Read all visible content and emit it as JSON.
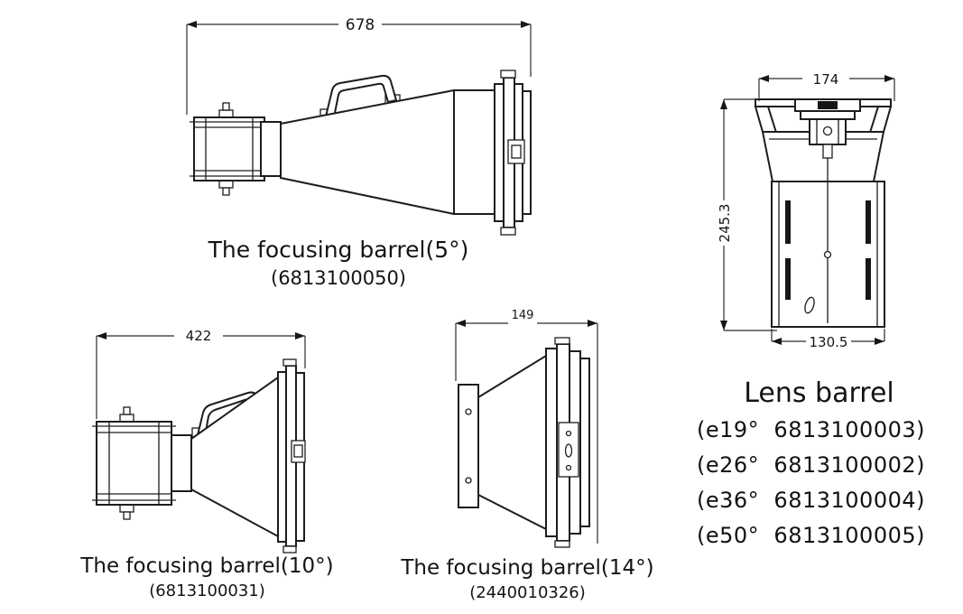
{
  "diagrams": {
    "barrel5": {
      "title": "The focusing barrel(5°)",
      "part_number": "(6813100050)",
      "dim_length": "678"
    },
    "barrel10": {
      "title": "The focusing barrel(10°)",
      "part_number": "(6813100031)",
      "dim_length": "422"
    },
    "barrel14": {
      "title": "The focusing barrel(14°)",
      "part_number": "(2440010326)",
      "dim_length": "149"
    },
    "lens_barrel": {
      "title": "Lens barrel",
      "dim_width_top": "174",
      "dim_height": "245.3",
      "dim_width_bottom": "130.5",
      "variants": [
        {
          "label": "(e19°  6813100003)"
        },
        {
          "label": "(e26°  6813100002)"
        },
        {
          "label": "(e36°  6813100004)"
        },
        {
          "label": "(e50°  6813100005)"
        }
      ]
    }
  }
}
